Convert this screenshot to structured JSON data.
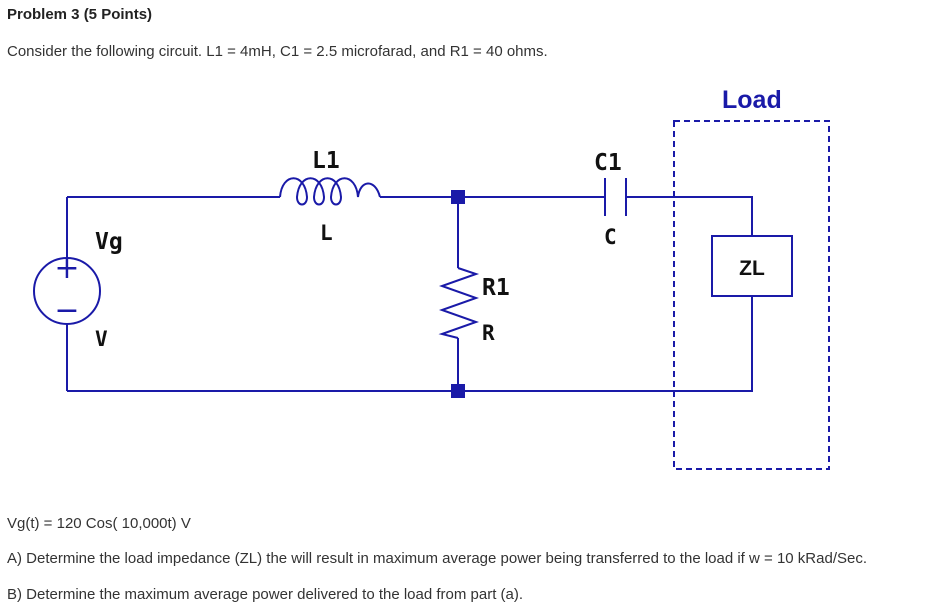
{
  "problem": {
    "title": "Problem 3  (5 Points)",
    "intro": "Consider the following circuit.  L1 = 4mH, C1 = 2.5 microfarad, and R1 = 40 ohms."
  },
  "circuit": {
    "colors": {
      "wire": "#1a1aa8",
      "component": "#1a1aa8",
      "node": "#1a1aa8",
      "label": "#111111"
    },
    "source": {
      "name": "Vg",
      "value": "V",
      "plus": "+",
      "minus": "−"
    },
    "inductor": {
      "name": "L1",
      "value": "L"
    },
    "resistor": {
      "name": "R1",
      "value": "R"
    },
    "capacitor": {
      "name": "C1",
      "value": "C"
    },
    "load": {
      "label": "Load",
      "box_label": "ZL"
    }
  },
  "questions": {
    "given": "Vg(t) = 120 Cos( 10,000t) V",
    "a": "A) Determine the load impedance (ZL) the will result in maximum average power being transferred to the load if w = 10 kRad/Sec.",
    "b": "B) Determine the maximum average power delivered to the load from part (a)."
  }
}
